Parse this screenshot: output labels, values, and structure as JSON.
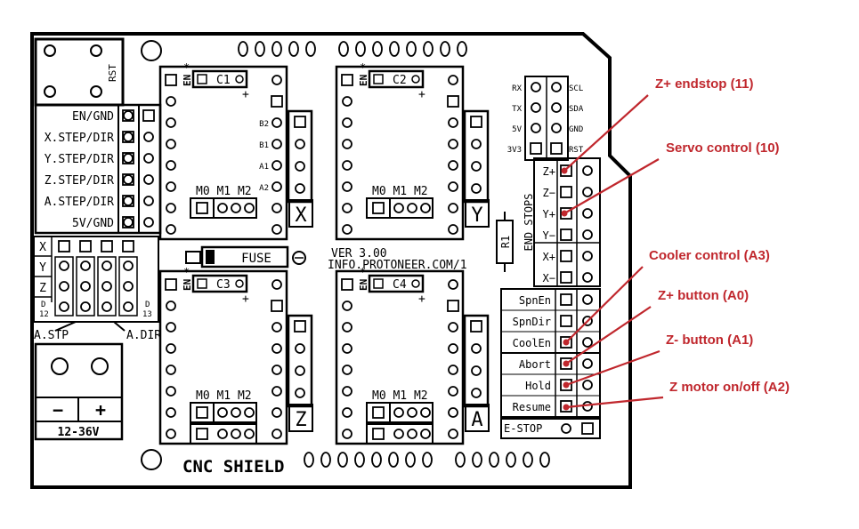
{
  "board": {
    "title": "CNC SHIELD",
    "version": "VER 3.00",
    "url": "INFO.PROTONEER.COM/1",
    "fuse_label": "FUSE",
    "resistor_label": "R1",
    "reset_label": "RST",
    "endstops_title": "END STOPS",
    "power_minus": "−",
    "power_plus": "+",
    "power_voltage": "12-36V",
    "a_step": "A.STP",
    "a_dir": "A.DIR",
    "d12": "D\n12",
    "d13": "D\n13"
  },
  "left_header": [
    "EN/GND",
    "X.STEP/DIR",
    "Y.STEP/DIR",
    "Z.STEP/DIR",
    "A.STEP/DIR",
    "5V/GND"
  ],
  "axis_select": [
    "X",
    "Y",
    "Z"
  ],
  "drivers": [
    {
      "cap": "C1",
      "axis": "X",
      "side": [
        "B2",
        "B1",
        "A1",
        "A2"
      ]
    },
    {
      "cap": "C2",
      "axis": "Y",
      "side": []
    },
    {
      "cap": "C3",
      "axis": "Z",
      "side": []
    },
    {
      "cap": "C4",
      "axis": "A",
      "side": []
    }
  ],
  "driver_common": {
    "en": "EN",
    "microstep": "M0 M1 M2",
    "plus": "+",
    "star": "*"
  },
  "serial_labels": [
    "RX",
    "TX",
    "5V",
    "3V3"
  ],
  "i2c_labels": [
    "SCL",
    "SDA",
    "GND",
    "RST"
  ],
  "endstops": [
    "Z+",
    "Z−",
    "Y+",
    "Y−",
    "X+",
    "X−"
  ],
  "control": [
    "SpnEn",
    "SpnDir",
    "CoolEn",
    "Abort",
    "Hold",
    "Resume",
    "E-STOP"
  ],
  "annotations": [
    "Z+ endstop (11)",
    "Servo control (10)",
    "Cooler control (A3)",
    "Z+ button (A0)",
    "Z- button (A1)",
    "Z motor on/off (A2)"
  ],
  "colors": {
    "annotation": "#c0272d",
    "ink": "#000000",
    "background": "#ffffff"
  }
}
